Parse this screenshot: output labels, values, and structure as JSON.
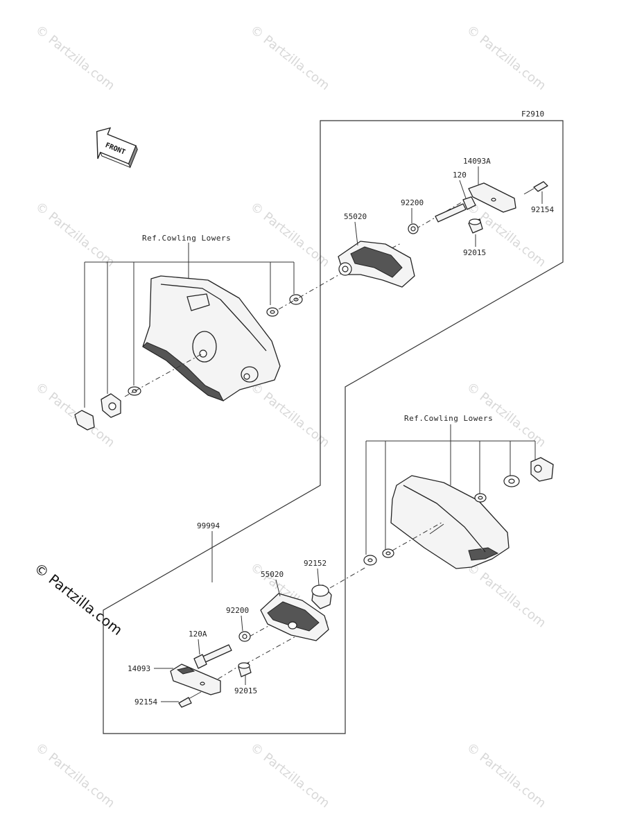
{
  "diagram": {
    "code": "F2910",
    "front_label": "FRONT",
    "ref_upper": "Ref.Cowling Lowers",
    "ref_lower": "Ref.Cowling Lowers",
    "parts": {
      "p14093A": "14093A",
      "p120": "120",
      "p92200_top": "92200",
      "p55020_top": "55020",
      "p92154_top": "92154",
      "p92015_top": "92015",
      "p99994": "99994",
      "p92152": "92152",
      "p55020_bottom": "55020",
      "p92200_bottom": "92200",
      "p120A": "120A",
      "p14093": "14093",
      "p92015_bottom": "92015",
      "p92154_bottom": "92154"
    },
    "watermark": "© Partzilla.com",
    "watermark_faint": "© Partzilla.com"
  }
}
